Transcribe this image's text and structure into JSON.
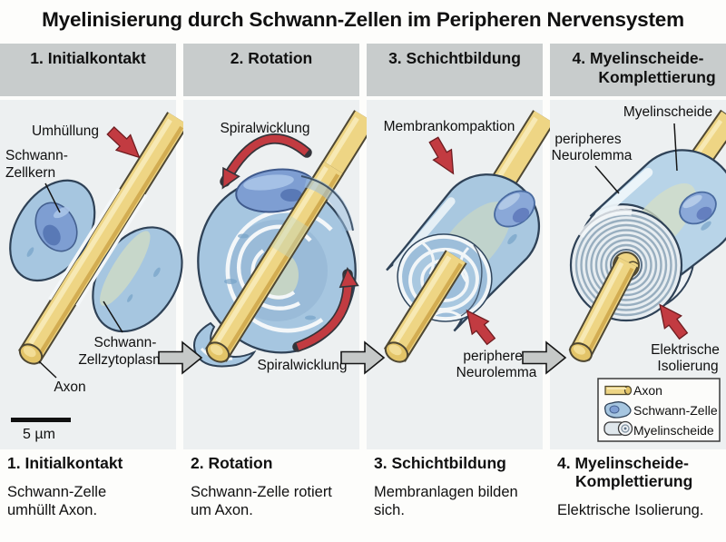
{
  "title": "Myelinisierung durch Schwann-Zellen im Peripheren Nervensystem",
  "panels": [
    {
      "header_l1": "1. Initialkontakt",
      "header_l2": "",
      "labels": {
        "umhuellung": "Umhüllung",
        "zellkern_l1": "Schwann-",
        "zellkern_l2": "Zellkern",
        "zytoplasma_l1": "Schwann-",
        "zytoplasma_l2": "Zellzytoplasma",
        "axon": "Axon",
        "scale": "5 µm"
      },
      "caption": {
        "title_l1": "1. Initialkontakt",
        "title_l2": "",
        "body_l1": "Schwann-Zelle",
        "body_l2": "umhüllt Axon."
      }
    },
    {
      "header_l1": "2. Rotation",
      "header_l2": "",
      "labels": {
        "spiral_top": "Spiralwicklung",
        "spiral_bottom": "Spiralwicklung"
      },
      "caption": {
        "title_l1": "2. Rotation",
        "title_l2": "",
        "body_l1": "Schwann-Zelle rotiert",
        "body_l2": "um Axon."
      }
    },
    {
      "header_l1": "3. Schichtbildung",
      "header_l2": "",
      "labels": {
        "membrankompaktion": "Membrankompaktion",
        "neurolemma_l1": "peripheres",
        "neurolemma_l2": "Neurolemma"
      },
      "caption": {
        "title_l1": "3. Schichtbildung",
        "title_l2": "",
        "body_l1": "Membranlagen bilden",
        "body_l2": "sich."
      }
    },
    {
      "header_l1": "4. Myelinscheide-",
      "header_l2": "Komplettierung",
      "labels": {
        "myelinscheide": "Myelinscheide",
        "neurolemma_l1": "peripheres",
        "neurolemma_l2": "Neurolemma",
        "isolierung_l1": "Elektrische",
        "isolierung_l2": "Isolierung"
      },
      "caption": {
        "title_l1": "4. Myelinscheide-",
        "title_l2": "Komplettierung",
        "body_l1": "Elektrische Isolierung.",
        "body_l2": ""
      }
    }
  ],
  "legend": {
    "items": [
      {
        "label": "Axon"
      },
      {
        "label": "Schwann-Zelle"
      },
      {
        "label": "Myelinscheide"
      }
    ]
  },
  "colors": {
    "axon": "#eed584",
    "cell": "#a6c6e0",
    "nucleus": "#7e9ed2",
    "red_arrow": "#c23b41",
    "header_bg": "#c8cccc",
    "panel_bg": "#edf0f1"
  }
}
